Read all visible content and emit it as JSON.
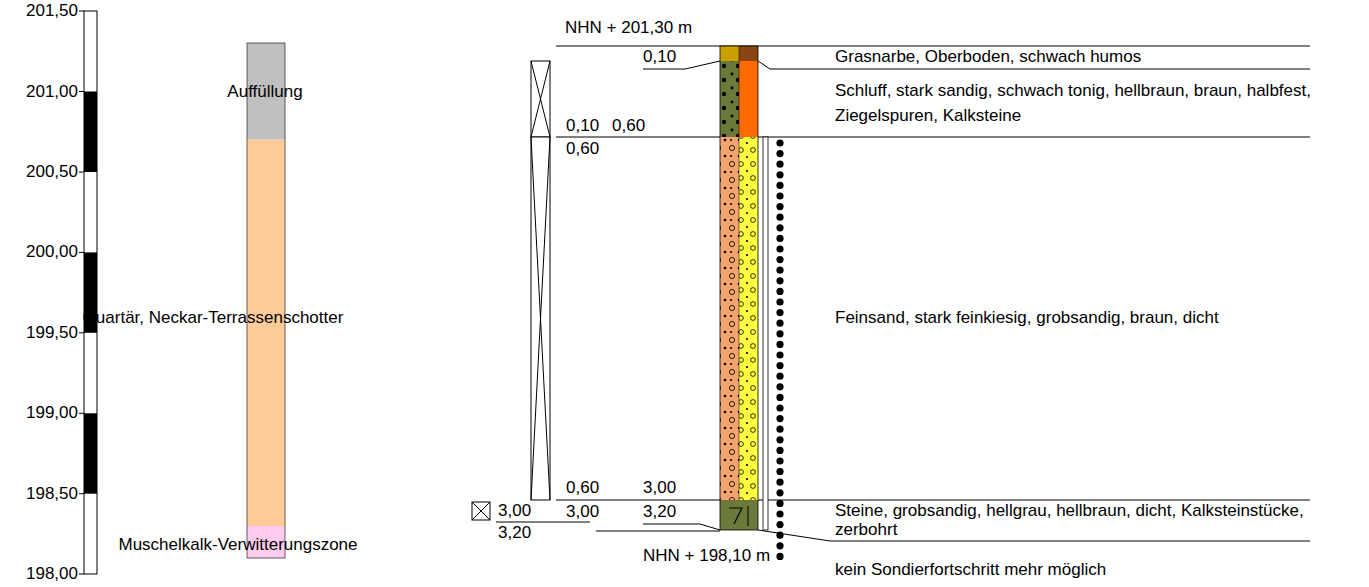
{
  "diagram": {
    "labels": [
      "201,50",
      "201,00",
      "200,50",
      "200,00",
      "199,50",
      "199,00",
      "198,50",
      "198,00",
      "Auffüllung",
      "Quartär, Neckar-Terrassenschotter",
      "Muschelkalk-Verwitterungszone",
      "NHN + 201,30 m",
      "0,10",
      "Grasnarbe, Oberboden, schwach humos",
      "Schluff, stark sandig, schwach tonig, hellbraun, braun, halbfest, Ziegelspuren, Kalksteine",
      "0,10",
      "0,60",
      "0,60",
      "Feinsand, stark feinkiesig, grobsandig, braun, dicht",
      "0,60",
      "3,00",
      "3,00",
      "3,00",
      "3,20",
      "Steine, grobsandig, hellgrau, hellbraun, dicht, Kalksteinstücke, zerbohrt",
      "3,20",
      "NHN + 198,10 m",
      "kein Sondierfortschritt mehr möglich"
    ]
  }
}
